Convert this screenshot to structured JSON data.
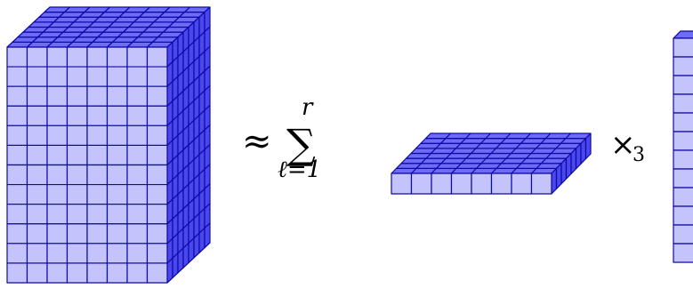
{
  "formula": {
    "approx_symbol": "≈",
    "sum_symbol": "∑",
    "sum_upper": "r",
    "sum_lower": "ℓ=1",
    "mode_product": "×",
    "mode_index": "3"
  },
  "colors": {
    "front_face": "#c5c3fb",
    "top_face": "#6e6cf4",
    "side_face": "#4a47ec",
    "grid_line": "#0d0aa8"
  },
  "tensors": {
    "left_cube": {
      "columns": 8,
      "rows": 12,
      "depth": 8
    },
    "middle_slab": {
      "columns": 8,
      "rows": 1,
      "depth": 8
    },
    "right_fiber": {
      "columns": 1,
      "rows": 12,
      "depth": 1
    }
  }
}
